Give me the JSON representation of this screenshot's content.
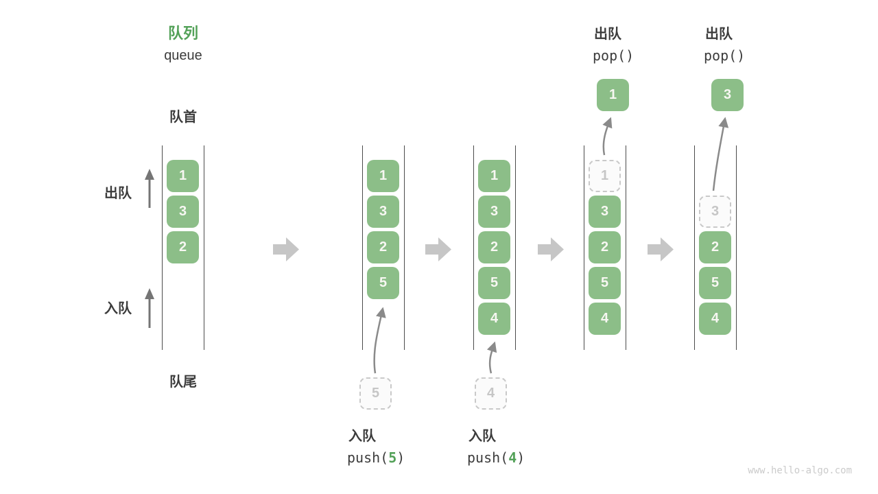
{
  "title": {
    "zh": "队列",
    "en": "queue"
  },
  "labels": {
    "front": "队首",
    "rear": "队尾",
    "dequeue_side": "出队",
    "enqueue_side": "入队"
  },
  "queues": [
    {
      "boxes": [
        "1",
        "3",
        "2"
      ]
    },
    {
      "boxes": [
        "1",
        "3",
        "2",
        "5"
      ],
      "staging": "5"
    },
    {
      "boxes": [
        "1",
        "3",
        "2",
        "5",
        "4"
      ],
      "staging": "4"
    },
    {
      "ghost": "1",
      "boxes": [
        "3",
        "2",
        "5",
        "4"
      ],
      "popped": "1"
    },
    {
      "ghost": "3",
      "boxes": [
        "2",
        "5",
        "4"
      ],
      "popped": "3"
    }
  ],
  "operations": {
    "push5": {
      "label": "入队",
      "pre": "push(",
      "arg": "5",
      "post": ")"
    },
    "push4": {
      "label": "入队",
      "pre": "push(",
      "arg": "4",
      "post": ")"
    },
    "pop1": {
      "label": "出队",
      "fn": "pop()"
    },
    "pop3": {
      "label": "出队",
      "fn": "pop()"
    }
  },
  "watermark": "www.hello-algo.com",
  "colors": {
    "box_green": "#8cbe88",
    "accent_green": "#53a158",
    "rail_gray": "#4a4a4a",
    "block_arrow_gray": "#c6c6c6",
    "thin_arrow_gray": "#757575",
    "ghost_gray": "#c9c9c9",
    "watermark_gray": "#cbcbcb"
  }
}
